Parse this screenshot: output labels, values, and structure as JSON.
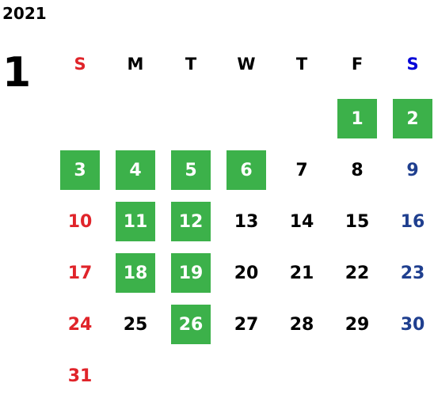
{
  "calendar": {
    "year": "2021",
    "month": "1",
    "weekdays": [
      "S",
      "M",
      "T",
      "W",
      "T",
      "F",
      "S"
    ],
    "colors": {
      "sunday": "#e0242a",
      "saturday": "#1f3f8f",
      "saturday_header": "#0000d8",
      "highlight": "#3cb14a"
    },
    "weeks": [
      [
        {
          "day": ""
        },
        {
          "day": ""
        },
        {
          "day": ""
        },
        {
          "day": ""
        },
        {
          "day": ""
        },
        {
          "day": "1",
          "highlight": true
        },
        {
          "day": "2",
          "highlight": true
        }
      ],
      [
        {
          "day": "3",
          "highlight": true
        },
        {
          "day": "4",
          "highlight": true
        },
        {
          "day": "5",
          "highlight": true
        },
        {
          "day": "6",
          "highlight": true
        },
        {
          "day": "7"
        },
        {
          "day": "8"
        },
        {
          "day": "9"
        }
      ],
      [
        {
          "day": "10"
        },
        {
          "day": "11",
          "highlight": true
        },
        {
          "day": "12",
          "highlight": true
        },
        {
          "day": "13"
        },
        {
          "day": "14"
        },
        {
          "day": "15"
        },
        {
          "day": "16"
        }
      ],
      [
        {
          "day": "17"
        },
        {
          "day": "18",
          "highlight": true
        },
        {
          "day": "19",
          "highlight": true
        },
        {
          "day": "20"
        },
        {
          "day": "21"
        },
        {
          "day": "22"
        },
        {
          "day": "23"
        }
      ],
      [
        {
          "day": "24"
        },
        {
          "day": "25"
        },
        {
          "day": "26",
          "highlight": true
        },
        {
          "day": "27"
        },
        {
          "day": "28"
        },
        {
          "day": "29"
        },
        {
          "day": "30"
        }
      ],
      [
        {
          "day": "31"
        },
        {
          "day": ""
        },
        {
          "day": ""
        },
        {
          "day": ""
        },
        {
          "day": ""
        },
        {
          "day": ""
        },
        {
          "day": ""
        }
      ]
    ]
  }
}
